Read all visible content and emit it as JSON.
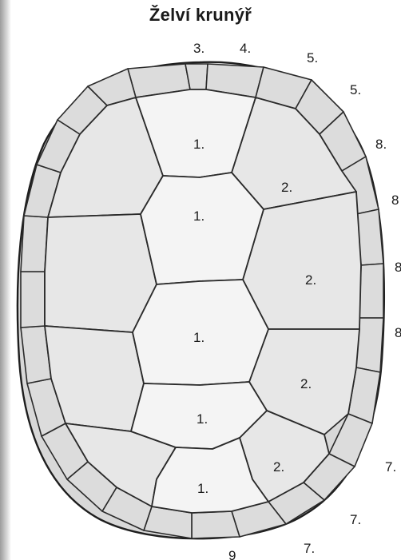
{
  "title": "Želví krunýř",
  "labels": {
    "top_3": "3.",
    "top_4": "4.",
    "top_5a": "5.",
    "top_5b": "5.",
    "right_8a": "8.",
    "right_8b": "8",
    "right_8c": "8",
    "right_8d": "8",
    "right_7a": "7.",
    "right_7b": "7.",
    "right_7c": "7.",
    "bottom_9": "9",
    "vertebral_1": "1.",
    "vertebral_2": "1.",
    "vertebral_3": "1.",
    "vertebral_4": "1.",
    "vertebral_5": "1.",
    "costal_1": "2.",
    "costal_2": "2.",
    "costal_3": "2.",
    "costal_4": "2."
  }
}
